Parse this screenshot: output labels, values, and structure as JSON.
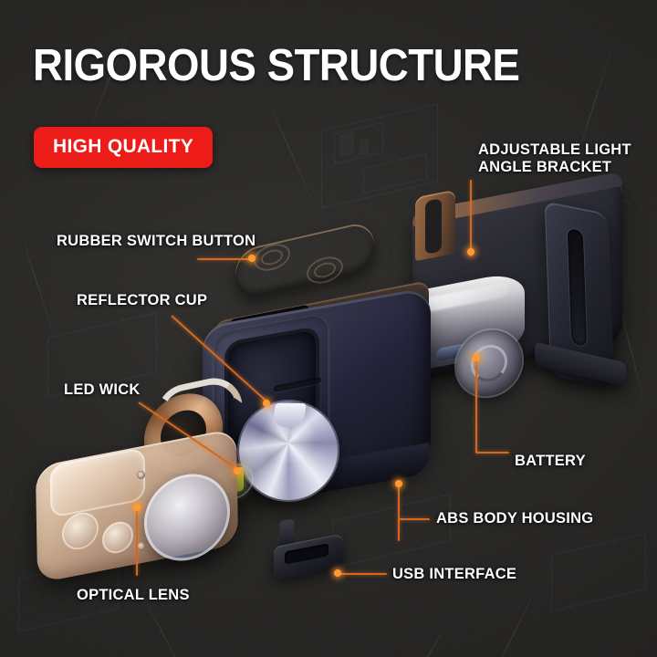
{
  "header": {
    "title": "RIGOROUS STRUCTURE",
    "badge": "HIGH QUALITY",
    "badge_color": "#ee1c18",
    "title_color": "#ffffff"
  },
  "theme": {
    "background": "#262626",
    "accent_line": "#d2691e",
    "accent_dot": "#ff9a33",
    "label_color": "#ffffff"
  },
  "callouts": [
    {
      "id": "adjustable-light-angle-bracket",
      "line1": "ADJUSTABLE LIGHT",
      "line2": "ANGLE BRACKET",
      "side": "right"
    },
    {
      "id": "rubber-switch-button",
      "line1": "RUBBER SWITCH BUTTON",
      "line2": "",
      "side": "left"
    },
    {
      "id": "reflector-cup",
      "line1": "REFLECTOR CUP",
      "line2": "",
      "side": "left"
    },
    {
      "id": "led-wick",
      "line1": "LED WICK",
      "line2": "",
      "side": "left"
    },
    {
      "id": "optical-lens",
      "line1": "OPTICAL LENS",
      "line2": "",
      "side": "left"
    },
    {
      "id": "battery",
      "line1": "BATTERY",
      "line2": "",
      "side": "right"
    },
    {
      "id": "abs-body-housing",
      "line1": "ABS BODY HOUSING",
      "line2": "",
      "side": "right"
    },
    {
      "id": "usb-interface",
      "line1": "USB INTERFACE",
      "line2": "",
      "side": "right"
    }
  ]
}
